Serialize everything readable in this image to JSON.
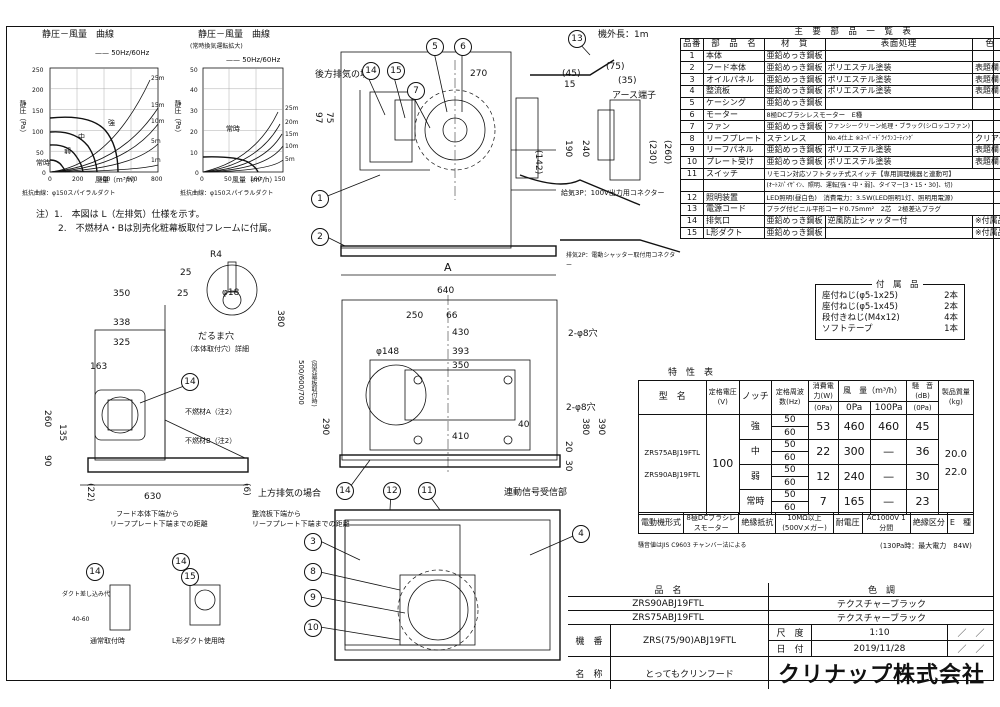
{
  "notes": {
    "line1": "注）1.　本図は L（左排気）仕様を示す。",
    "line2": "2.　不燃材A・Bは別売化粧幕板取付フレームに付属。"
  },
  "charts": {
    "left": {
      "title": "静圧－風量　曲線",
      "legend": "—— 50Hz/60Hz",
      "ylabel": "静圧（Pa）",
      "xlabel": "風量（m³/h）",
      "yticks": [
        "250",
        "200",
        "150",
        "100",
        "50",
        "0"
      ],
      "xticks": [
        "0",
        "200",
        "400",
        "600",
        "800"
      ],
      "curves": [
        "強",
        "中",
        "弱",
        "常時"
      ],
      "duct": [
        "25m",
        "15m",
        "10m",
        "5m",
        "1m"
      ],
      "footnote": "抵抗曲線：φ150スパイラルダクト"
    },
    "right": {
      "title": "静圧－風量　曲線",
      "subtitle": "(常時換気運転拡大)",
      "legend": "—— 50Hz/60Hz",
      "ylabel": "静圧（Pa）",
      "xlabel": "風量（m³/h）",
      "yticks": [
        "50",
        "40",
        "30",
        "20",
        "10",
        "0"
      ],
      "xticks": [
        "0",
        "50",
        "100",
        "150"
      ],
      "curves": [
        "常時"
      ],
      "duct": [
        "25m",
        "20m",
        "15m",
        "10m",
        "5m"
      ],
      "footnote": "抵抗曲線：φ150スパイラルダクト"
    }
  },
  "parts_table": {
    "headers": [
      "品番",
      "部　品　名",
      "材　質",
      "表面処理",
      "色　調"
    ],
    "title": "主　要　部　品　一　覧　表",
    "rows": [
      {
        "no": "1",
        "name": "本体",
        "mat": "亜鉛めっき鋼板",
        "finish": "",
        "color": ""
      },
      {
        "no": "2",
        "name": "フード本体",
        "mat": "亜鉛めっき鋼板",
        "finish": "ポリエステル塗装",
        "color": "表題欄による"
      },
      {
        "no": "3",
        "name": "オイルパネル",
        "mat": "亜鉛めっき鋼板",
        "finish": "ポリエステル塗装",
        "color": "表題欄による"
      },
      {
        "no": "4",
        "name": "整流板",
        "mat": "亜鉛めっき鋼板",
        "finish": "ポリエステル塗装",
        "color": "表題欄による"
      },
      {
        "no": "5",
        "name": "ケーシング",
        "mat": "亜鉛めっき鋼板",
        "finish": "",
        "color": ""
      },
      {
        "no": "6",
        "name": "モーター",
        "mat": "8極DCブラシレスモーター　E種",
        "finish": "",
        "color": ""
      },
      {
        "no": "7",
        "name": "ファン",
        "mat": "亜鉛めっき鋼板",
        "finish": "ファンシークリーン処理・ブラック(シロッコファン)",
        "color": ""
      },
      {
        "no": "8",
        "name": "リーフプレート",
        "mat": "ステンレス",
        "finish": "No.4仕上 ※ｽｰﾊﾟｰﾄﾞﾗｲﾗﾝｺｰﾃｨﾝｸﾞ",
        "color": "クリアー"
      },
      {
        "no": "9",
        "name": "リーフパネル",
        "mat": "亜鉛めっき鋼板",
        "finish": "ポリエステル塗装",
        "color": "表題欄による"
      },
      {
        "no": "10",
        "name": "プレート受け",
        "mat": "亜鉛めっき鋼板",
        "finish": "ポリエステル塗装",
        "color": "表題欄による"
      },
      {
        "no": "11",
        "name": "スイッチ",
        "mat": "リモコン対応ソフトタッチ式スイッチ【専用調理機器と連動可】",
        "finish": "(ｵｰﾄｽﾊﾟｲｻﾞｲﾝ、照明、運転[強・中・弱]、タイマー[3・15・30]、切)",
        "color": ""
      },
      {
        "no": "12",
        "name": "照明装置",
        "mat": "LED照明(昼白色)　消費電力：3.5W(LED照明1灯、照明用電源)",
        "finish": "",
        "color": ""
      },
      {
        "no": "13",
        "name": "電源コード",
        "mat": "プラグ付ビニル平形コード0.75mm²　2芯　2極差込プラグ",
        "finish": "",
        "color": ""
      },
      {
        "no": "14",
        "name": "排気口",
        "mat": "亜鉛めっき鋼板",
        "finish": "逆風防止シャッター付",
        "color": "※付属品"
      },
      {
        "no": "15",
        "name": "L形ダクト",
        "mat": "亜鉛めっき鋼板",
        "finish": "",
        "color": "※付属品"
      }
    ]
  },
  "accessories": {
    "title": "付　属　品",
    "items": [
      {
        "name": "座付ねじ(φ5-1x25)",
        "qty": "2本"
      },
      {
        "name": "座付ねじ(φ5-1x45)",
        "qty": "2本"
      },
      {
        "name": "段付きねじ(M4x12)",
        "qty": "4本"
      },
      {
        "name": "ソフトテープ",
        "qty": "1本"
      }
    ]
  },
  "spec_table": {
    "title": "特　性　表",
    "headers": {
      "model": "型　名",
      "voltage": "定格電圧(V)",
      "notch": "ノッチ",
      "freq": "定格周波数(Hz)",
      "power": "消費電力(W)",
      "air": "風　量（m³/h）",
      "noise": "騒　音(dB)",
      "weight": "製品質量(kg)",
      "pa0": "(0Pa)",
      "air0": "0Pa",
      "air100": "100Pa",
      "noise0": "(0Pa)"
    },
    "models": [
      "ZRS75ABJ19FTL",
      "ZRS90ABJ19FTL"
    ],
    "voltage": "100",
    "weights": [
      "20.0",
      "22.0"
    ],
    "rows": [
      {
        "notch": "強",
        "freq": [
          "50",
          "60"
        ],
        "power": "53",
        "air0": "460",
        "air100": "460",
        "noise": "45"
      },
      {
        "notch": "中",
        "freq": [
          "50",
          "60"
        ],
        "power": "22",
        "air0": "300",
        "air100": "—",
        "noise": "36"
      },
      {
        "notch": "弱",
        "freq": [
          "50",
          "60"
        ],
        "power": "12",
        "air0": "240",
        "air100": "—",
        "noise": "30"
      },
      {
        "notch": "常時",
        "freq": [
          "50",
          "60"
        ],
        "power": "7",
        "air0": "165",
        "air100": "—",
        "noise": "23"
      }
    ]
  },
  "misc_table": {
    "cells": [
      "電動機形式",
      "8極DCブラシレスモーター",
      "絶縁抵抗",
      "10MΩ以上(500Vメガー)",
      "耐電圧",
      "AC1000V 1分間",
      "絶縁区分",
      "E　種"
    ],
    "footnote": "騒音値はJIS C9603 チャンバー法による",
    "footnote2": "(130Pa時：最大電力　84W)"
  },
  "title_block": {
    "h_model": "品　名",
    "h_color": "色　調",
    "m1": "ZRS90ABJ19FTL",
    "c1": "テクスチャーブラック",
    "m2": "ZRS75ABJ19FTL",
    "c2": "テクスチャーブラック",
    "scale_label": "尺　度",
    "scale": "1:10",
    "date_label": "日　付",
    "date": "2019/11/28",
    "kiban": "機　番",
    "kiban_val": "ZRS(75/90)ABJ19FTL",
    "name_label": "名　称",
    "name": "とってもクリンフード",
    "company": "クリナップ株式会社",
    "slash": "／　／"
  },
  "labels": {
    "kouhou": "後方排気の場合",
    "jouhou": "上方排気の場合",
    "power_len": "機外長：1m",
    "earth": "アース端子",
    "connector1": "給気3P：100V出力用コネクター",
    "connector2": "排気2P：電動シャッター取付用コネクター",
    "renraku": "連動信号受信部",
    "daruma": "だるま穴",
    "daruma2": "（本体取付穴）詳細",
    "funen_a": "不燃材A（注2）",
    "funen_b": "不燃材B（注2）",
    "hood_line1": "フード本体下端から",
    "hood_line2": "リーフプレート下端までの距離",
    "seiryu1": "整流板下端から",
    "seiryu2": "リーフプレート下端までの距離",
    "normal": "通常取付時",
    "lduct": "L形ダクト使用時",
    "dim_A": "A",
    "range": "500/600/700",
    "range2": "(別売幕板取付時)",
    "phi148": "φ148",
    "hole1": "2-φ8穴",
    "hole2": "2-φ8穴",
    "phi18": "φ18",
    "r4": "R4",
    "duct_note1": "ダクト差し込み代",
    "duct_note2": "40-60"
  },
  "dims": {
    "d640": "640",
    "d250": "250",
    "d66": "66",
    "d430": "430",
    "d393": "393",
    "d350": "350",
    "d410": "410",
    "d40": "40",
    "d270": "270",
    "d45": "(45)",
    "d15": "15",
    "d75": "(75)",
    "d35": "(35)",
    "d97": "97",
    "d75b": "75",
    "d142": "(142)",
    "d190": "190",
    "d240": "240",
    "d230": "(230)",
    "d260": "(260)",
    "d380": "380",
    "d290": "290",
    "d380b": "380",
    "d390": "390",
    "l350": "350",
    "l25": "25",
    "l338": "338",
    "l325": "325",
    "l163": "163",
    "l260": "260",
    "l135": "135",
    "l90": "90",
    "l22": "(22)",
    "l630": "630",
    "l6": "(6)",
    "d20": "20",
    "d30": "30",
    "d25": "25"
  }
}
